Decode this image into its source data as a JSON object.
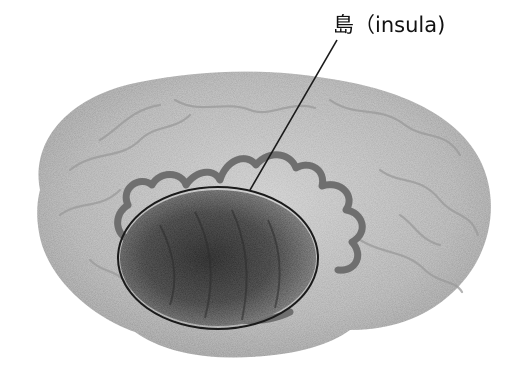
{
  "figure": {
    "annotation_label": "島（insula)"
  },
  "colors": {
    "brain_fill": "#cfcfcf",
    "brain_shade": "#a9a9a9",
    "sulci": "#8a8a8a",
    "insula_fill": "#5f5f5f",
    "insula_dark": "#3f3f3f",
    "outline": "#1a1a1a"
  },
  "icons": {
    "brain_illustration": "brain-lateral-view",
    "highlight_shape": "ellipse-outline"
  }
}
